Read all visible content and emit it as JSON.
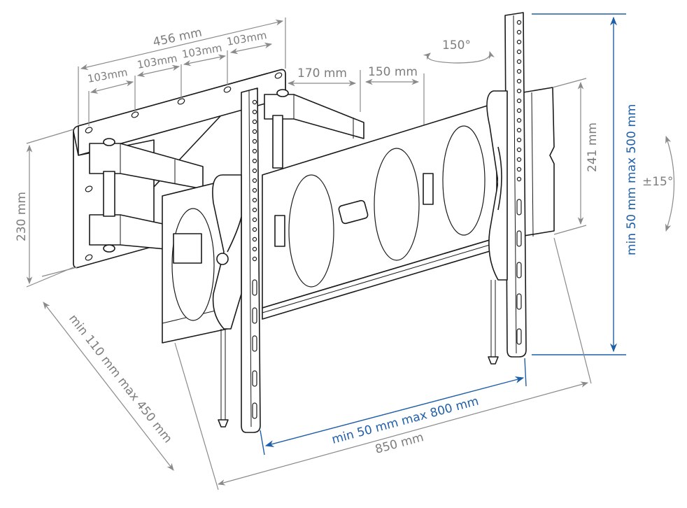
{
  "diagram": {
    "title": "Full-motion TV wall mount dimension drawing",
    "colors": {
      "dimension_line": "#8a8a8a",
      "dimension_text": "#7d7d7d",
      "vesa_highlight": "#1f5fa8",
      "outline": "#1a1a1a"
    },
    "labels": {
      "wall_plate_width": "456 mm",
      "hole_spacing_1": "103mm",
      "hole_spacing_2": "103mm",
      "hole_spacing_3": "103mm",
      "hole_spacing_4": "103mm",
      "arm_length_1": "170 mm",
      "arm_length_2": "150 mm",
      "swivel_angle": "150°",
      "wall_plate_height": "230 mm",
      "tv_rail_height": "241 mm",
      "tilt_angle": "±15°",
      "vesa_vertical": "min 50 mm max 500 mm",
      "vesa_horizontal": "min 50 mm max 800 mm",
      "overall_width": "850 mm",
      "wall_distance": "min 110 mm max 450 mm"
    }
  }
}
